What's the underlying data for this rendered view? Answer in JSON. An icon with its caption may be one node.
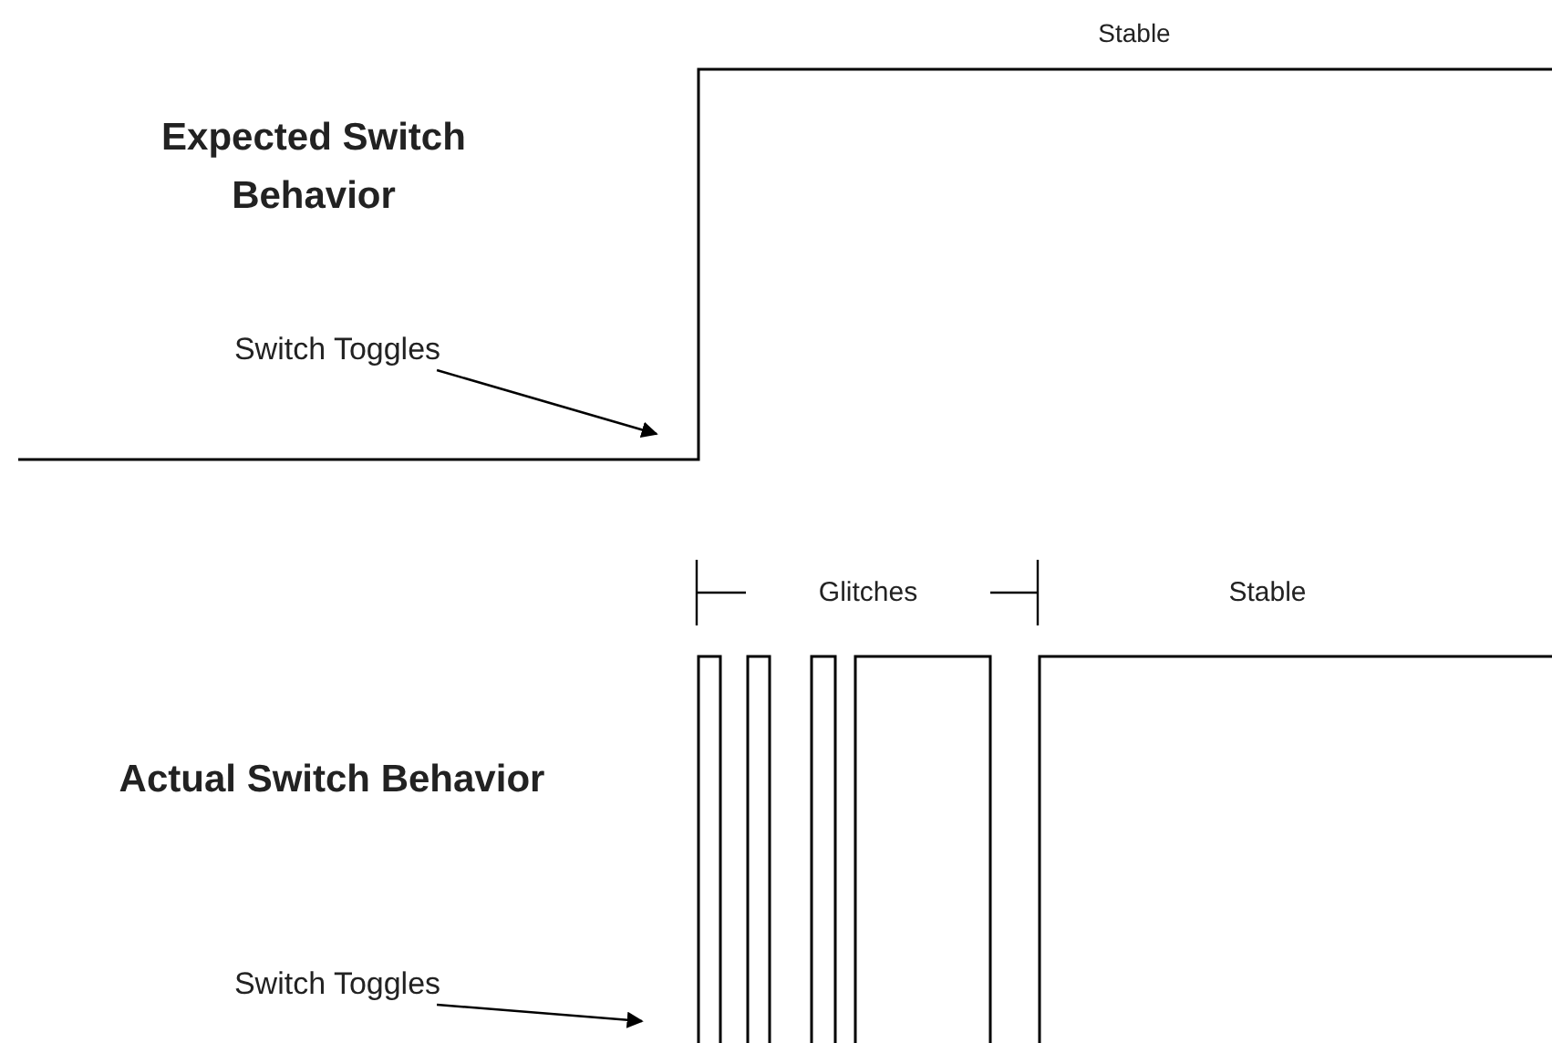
{
  "diagram": {
    "nodes": [
      {
        "text": [
          "Switch Toggles"
        ]
      },
      {
        "text": [
          "Switch Toggles"
        ]
      }
    ],
    "edges": [
      {
        "from": 0,
        "to": null,
        "arrow": "to"
      },
      {
        "from": 1,
        "to": null,
        "arrow": "to"
      }
    ],
    "labels": [
      "Stable",
      "Expected Switch Behavior",
      "Glitches",
      "Stable",
      "Actual Switch Behavior"
    ]
  }
}
